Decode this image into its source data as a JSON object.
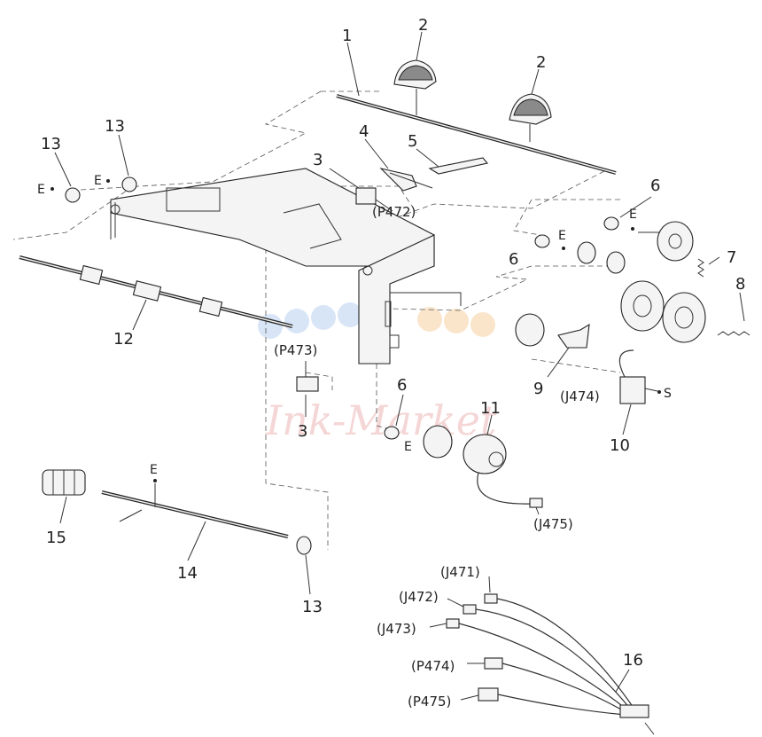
{
  "diagram": {
    "callouts": {
      "c1": "1",
      "c2a": "2",
      "c2b": "2",
      "c3a": "3",
      "c3b": "3",
      "c4": "4",
      "c5": "5",
      "c6a": "6",
      "c6b": "6",
      "c6c": "6",
      "c7": "7",
      "c8": "8",
      "c9": "9",
      "c10": "10",
      "c11": "11",
      "c12": "12",
      "c13a": "13",
      "c13b": "13",
      "c13c": "13",
      "c14": "14",
      "c15": "15",
      "c16": "16"
    },
    "markers": {
      "e1": "E",
      "e2": "E",
      "e3": "E",
      "e4": "E",
      "e5": "E",
      "e6": "E",
      "s1": "S"
    },
    "connectors": {
      "p472": "(P472)",
      "p473": "(P473)",
      "j474": "(J474)",
      "j475": "(J475)",
      "j471": "(J471)",
      "j472": "(J472)",
      "j473": "(J473)",
      "p474": "(P474)",
      "p475": "(P475)"
    },
    "watermark": "Ink-Market"
  }
}
